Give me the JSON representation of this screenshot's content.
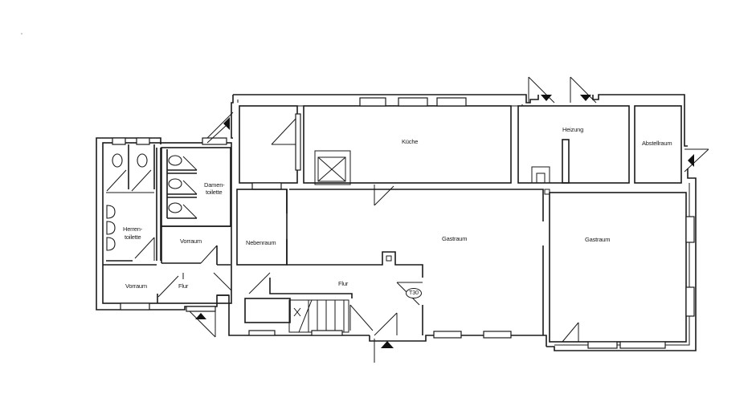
{
  "floor_plan": {
    "rooms": {
      "kueche": "Küche",
      "heizung": "Heizung",
      "abstellraum": "Abstellraum",
      "damentoilette_line1": "Damen-",
      "damentoilette_line2": "toilette",
      "herrentoilette_line1": "Herren-",
      "herrentoilette_line2": "toilette",
      "vorraum_damen": "Vorraum",
      "vorraum_herren": "Vorraum",
      "flur_left": "Flur",
      "nebenraum": "Nebenraum",
      "gastraum_1": "Gastraum",
      "gastraum_2": "Gastraum",
      "flur_main": "Flur"
    },
    "fire_door_badge": "T30",
    "entrance_markers": [
      "entrance-left-bottom",
      "entrance-center-bottom",
      "entrance-top-left",
      "entrance-heizung-1",
      "entrance-heizung-2",
      "entrance-abstellraum-right"
    ],
    "colors": {
      "line": "#1a1a1a",
      "background": "#ffffff"
    }
  }
}
